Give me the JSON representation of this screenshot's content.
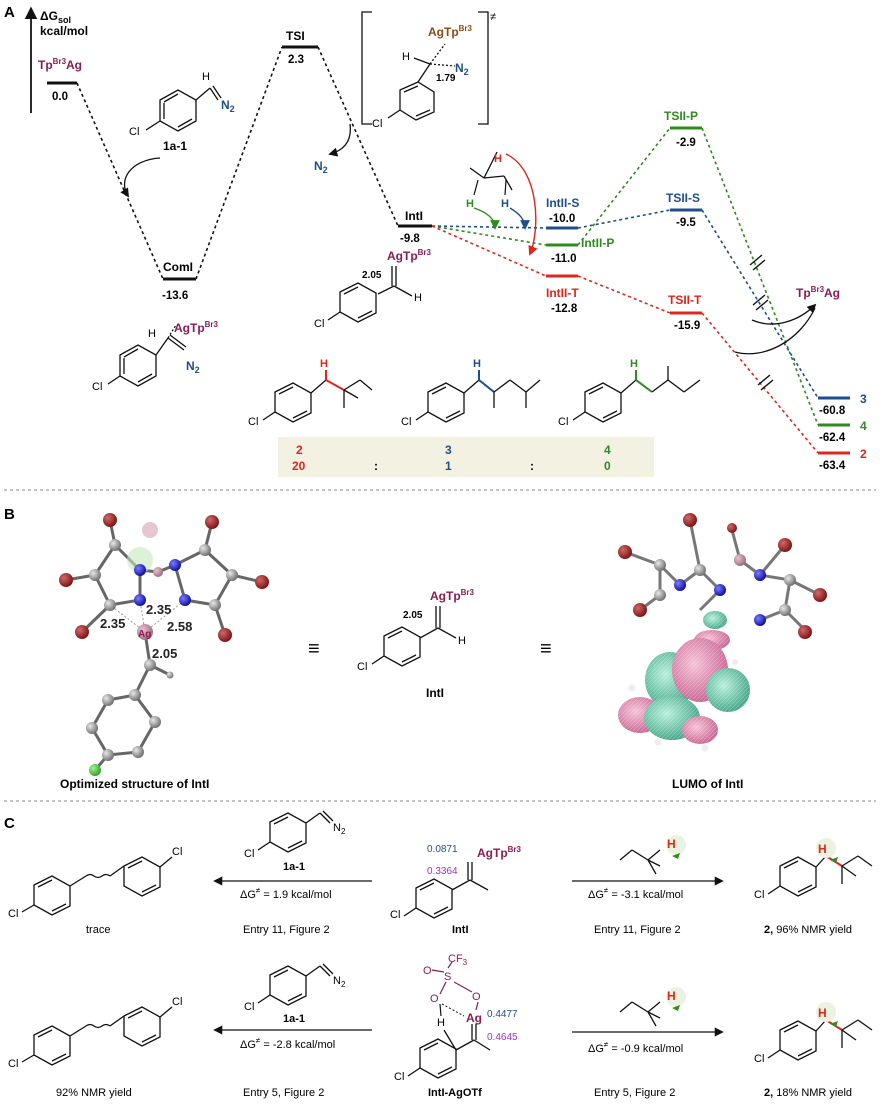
{
  "colors": {
    "black": "#111111",
    "green": "#2e8b1e",
    "blue": "#1f4e8c",
    "red": "#e0261b",
    "maroon": "#8a1c55",
    "brown": "#8a4b16",
    "purple": "#9b34c8",
    "ratio_box": "#f3f1e1",
    "divider": "#888888"
  },
  "panelA": {
    "label": "A",
    "y_axis_line1": "ΔG",
    "y_axis_sub": "sol",
    "y_axis_line2": "kcal/mol",
    "start_name": "Tp",
    "start_sup": "Br3",
    "start_tail": "Ag",
    "start_val": "0.0",
    "reagent": "1a-1",
    "n2_label": "N",
    "n2_sub": "2",
    "comI": "ComI",
    "comI_val": "-13.6",
    "tsI": "TSI",
    "tsI_val": "2.3",
    "ts_bracket_agtp": "AgTp",
    "ts_bracket_sup": "Br3",
    "ts_dist": "1.79",
    "ts_ddag": "≠",
    "intI": "IntI",
    "intI_val": "-9.8",
    "intI_dist": "2.05",
    "intII_S": "IntII-S",
    "intII_S_val": "-10.0",
    "intII_P": "IntII-P",
    "intII_P_val": "-11.0",
    "intII_T": "IntII-T",
    "intII_T_val": "-12.8",
    "tsII_P": "TSII-P",
    "tsII_P_val": "-2.9",
    "tsII_S": "TSII-S",
    "tsII_S_val": "-9.5",
    "tsII_T": "TSII-T",
    "tsII_T_val": "-15.9",
    "prod3": "3",
    "prod3_val": "-60.8",
    "prod4": "4",
    "prod4_val": "-62.4",
    "prod2": "2",
    "prod2_val": "-63.4",
    "H": "H",
    "Cl": "Cl",
    "ratio_headers": [
      "2",
      "3",
      "4"
    ],
    "ratio_values": [
      "20",
      "1",
      "0"
    ],
    "ratio_sep": ":"
  },
  "panelB": {
    "label": "B",
    "dist_a": "2.35",
    "dist_b": "2.35",
    "dist_c": "2.58",
    "dist_d": "2.05",
    "ag_atom": "Ag",
    "caption_left": "Optimized structure of IntI",
    "equiv": "≡",
    "center_label": "IntI",
    "center_dist": "2.05",
    "center_agtp": "AgTp",
    "center_sup": "Br3",
    "caption_right": "LUMO of  IntI"
  },
  "panelC": {
    "label": "C",
    "row1": {
      "left_product": "trace",
      "left_reagent": "1a-1",
      "left_dG": "ΔG",
      "left_dG_rest": " = 1.9 kcal/mol",
      "left_entry": "Entry 11, Figure 2",
      "charge_top": "0.0871",
      "charge_bottom": "0.3364",
      "agtp": "AgTp",
      "agtp_sup": "Br3",
      "center_name": "IntI",
      "right_dG": "ΔG",
      "right_dG_rest": " = -3.1 kcal/mol",
      "right_entry": "Entry 11, Figure 2",
      "right_product_bold": "2,",
      "right_product_rest": " 96% NMR yield"
    },
    "row2": {
      "left_product": "92% NMR yield",
      "left_reagent": "1a-1",
      "left_dG": "ΔG",
      "left_dG_rest": " = -2.8 kcal/mol",
      "left_entry": "Entry 5, Figure 2",
      "cf3": "CF",
      "cf3_sub": "3",
      "S": "S",
      "O": "O",
      "Ag": "Ag",
      "charge_top": "0.4477",
      "charge_bottom": "0.4645",
      "center_name": "IntI-AgOTf",
      "right_dG": "ΔG",
      "right_dG_rest": " = -0.9 kcal/mol",
      "right_entry": "Entry 5, Figure 2",
      "right_product_bold": "2,",
      "right_product_rest": " 18% NMR yield"
    },
    "ddag": "≠"
  }
}
